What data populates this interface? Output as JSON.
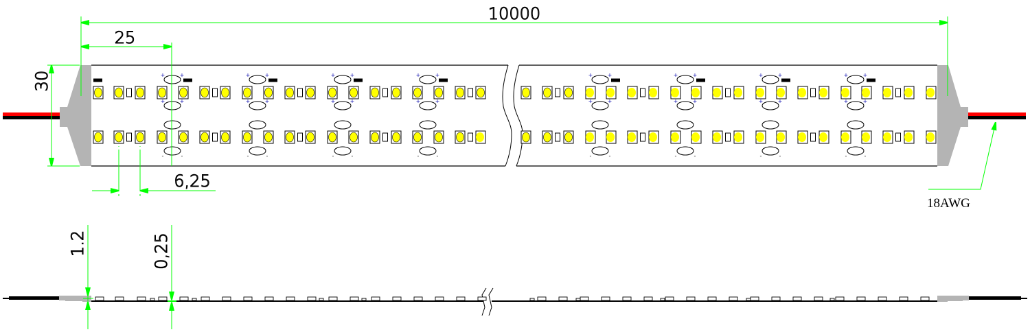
{
  "drawing": {
    "title": "LED strip dimension drawing",
    "colors": {
      "dimension": "#00ff00",
      "outline": "#000000",
      "end_cap": "#b4b4b4",
      "led": "#ffff00",
      "wire_positive": "#ff0000",
      "wire_negative": "#000000"
    },
    "dimensions": {
      "length": "10000",
      "segment_pitch": "25",
      "width": "30",
      "led_pitch": "6,25",
      "thickness": "1.2",
      "pcb_thickness": "0,25"
    },
    "labels": {
      "wire_gauge": "18AWG"
    },
    "polarity": {
      "positive": "+",
      "negative": "-"
    },
    "views": [
      "top-view",
      "side-view"
    ]
  }
}
